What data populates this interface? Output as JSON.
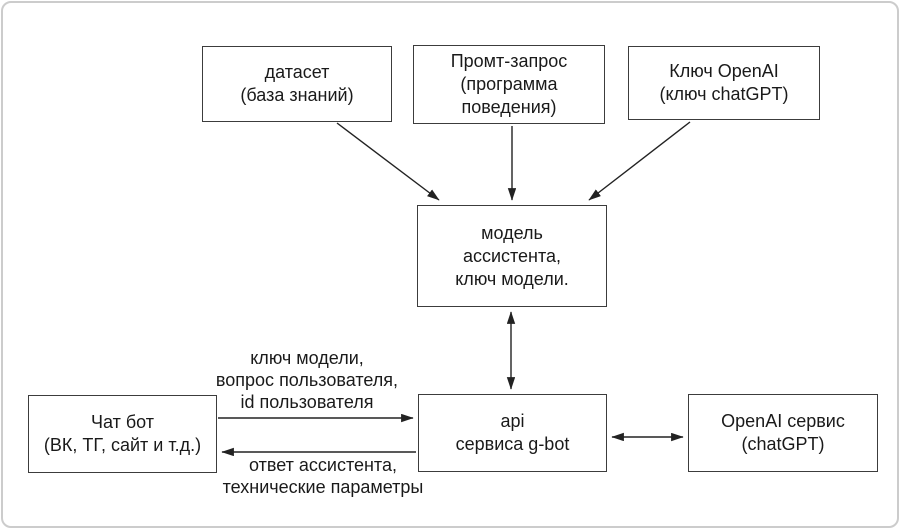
{
  "colors": {
    "background": "#ffffff",
    "frame": "#cccccc",
    "box_border": "#3c3c3c",
    "text": "#1a1a1a",
    "arrow": "#222222"
  },
  "nodes": {
    "dataset": {
      "label": "датасет\n(база знаний)"
    },
    "prompt": {
      "label": "Промт-запрос\n(программа\nповедения)"
    },
    "openai_key": {
      "label": "Ключ OpenAI\n(ключ chatGPT)"
    },
    "model": {
      "label": "модель\nассистента,\nключ модели."
    },
    "chatbot": {
      "label": "Чат бот\n(ВК, ТГ, сайт и т.д.)"
    },
    "api": {
      "label": "api\nсервиса g-bot"
    },
    "openai_service": {
      "label": "OpenAI сервис\n(chatGPT)"
    }
  },
  "edge_labels": {
    "request": "ключ модели,\nвопрос пользователя,\nid пользователя",
    "response": "ответ ассистента,\nтехнические параметры"
  }
}
